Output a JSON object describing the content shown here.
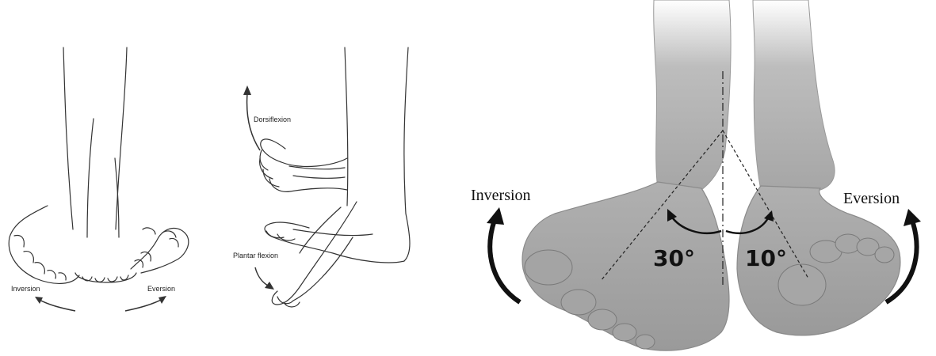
{
  "left_sketch": {
    "inversion_label": "Inversion",
    "eversion_label": "Eversion"
  },
  "middle_sketch": {
    "dorsiflexion_label": "Dorsiflexion",
    "plantar_flexion_label": "Plantar flexion"
  },
  "right_illustration": {
    "inversion_label": "Inversion",
    "eversion_label": "Eversion",
    "inversion_angle": "30°",
    "eversion_angle": "10°"
  },
  "colors": {
    "foot_fill": "#a9a9a9",
    "foot_shadow": "#8e8e8e",
    "line_art": "#333333",
    "arrow": "#111111"
  }
}
